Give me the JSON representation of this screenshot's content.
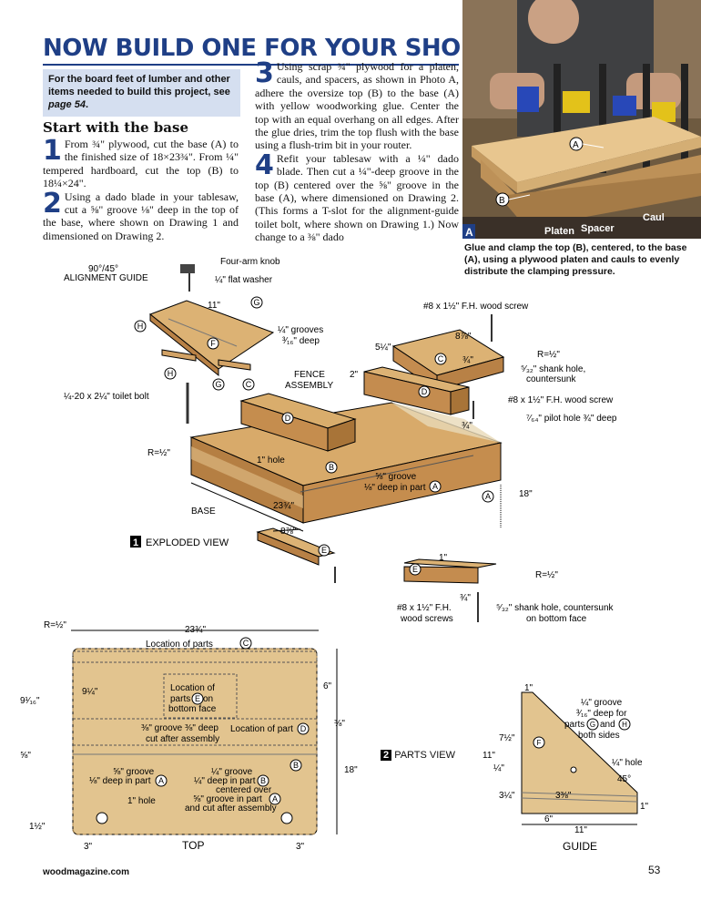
{
  "headline": "NOW BUILD ONE FOR YOUR SHOP",
  "sidebar": {
    "text": "For the board feet of lumber and other items needed to build this project, see ",
    "link": "page 54",
    "end": "."
  },
  "subhead": "Start with the base",
  "steps": [
    {
      "num": "1",
      "text": "From ¾\" plywood, cut the base (A) to the finished size of 18×23¾\". From ¼\" tempered hardboard, cut the top (B) to 18¼×24\"."
    },
    {
      "num": "2",
      "text": "Using a dado blade in your tablesaw, cut a ⅝\" groove ⅛\" deep in the top of the base, where shown on Drawing 1 and dimensioned on Drawing 2."
    },
    {
      "num": "3",
      "text": "Using scrap ¾\" plywood for a platen, cauls, and spacers, as shown in Photo A, adhere the oversize top (B) to the base (A) with yellow woodworking glue. Center the top with an equal overhang on all edges. After the glue dries, trim the top flush with the base using a flush-trim bit in your router."
    },
    {
      "num": "4",
      "text": "Refit your tablesaw with a ¼\" dado blade. Then cut a ¼\"-deep groove in the top (B) centered over the ⅝\" groove in the base (A), where dimensioned on Drawing 2. (This forms a T-slot for the alignment-guide toilet bolt, where shown on Drawing 1.) Now change to a ⅜\" dado"
    }
  ],
  "photo": {
    "letter": "A",
    "labels": {
      "a": "A",
      "b": "B",
      "platen": "Platen",
      "spacer": "Spacer",
      "caul": "Caul"
    }
  },
  "caption": "Glue and clamp the top (B), centered, to the base (A), using a plywood platen and cauls to evenly distribute the clamping pressure.",
  "exploded": {
    "num": "1",
    "title": "EXPLODED VIEW",
    "labels": {
      "knob": "Four-arm knob",
      "washer": "¼\" flat washer",
      "guide1": "90°/45°",
      "guide2": "ALIGNMENT GUIDE",
      "d11": "11\"",
      "grooves1": "¼\" grooves",
      "grooves2": "³⁄₁₆\" deep",
      "bolt": "¼-20 x 2¼\" toilet bolt",
      "fence1": "FENCE",
      "fence2": "ASSEMBLY",
      "screw1": "#8 x 1½\" F.H. wood screw",
      "d878": "8⅞\"",
      "d514": "5¼\"",
      "r1": "R=½\"",
      "shank1": "⁵⁄₃₂\" shank hole,",
      "shank2": "countersunk",
      "d2": "2\"",
      "d34a": "¾\"",
      "screw2": "#8 x 1½\" F.H. wood screw",
      "d34b": "¾\"",
      "pilot": "⁷⁄₆₄\" pilot hole ¾\" deep",
      "r2": "R=½\"",
      "hole": "1\" hole",
      "groove1": "⅝\" groove",
      "groove2": "⅛\" deep in part",
      "base": "BASE",
      "d2334": "23¾\"",
      "d18": "18\"",
      "d878b": "8⅞\"",
      "d1": "1\"",
      "r3": "R=½\"",
      "d34c": "¾\"",
      "screw3a": "#8 x 1½\" F.H.",
      "screw3b": "wood screws",
      "shank3a": "⁵⁄₃₂\" shank hole, countersunk",
      "shank3b": "on bottom face"
    },
    "parts": {
      "A": "A",
      "B": "B",
      "C": "C",
      "D": "D",
      "E": "E",
      "F": "F",
      "G": "G",
      "H": "H"
    }
  },
  "top_drawing": {
    "r": "R=½\"",
    "w": "23¾\"",
    "loc_c": "Location of parts",
    "d914a": "9¼\"",
    "loc_e1": "Location of",
    "loc_e2": "parts",
    "loc_e3": "on",
    "loc_e4": "bottom face",
    "d916": "9¹⁄₁₆\"",
    "d6": "6\"",
    "groove381": "⅜\" groove ⅜\" deep",
    "groove382": "cut after assembly",
    "loc_d": "Location of part",
    "d38": "⅜\"",
    "d58": "⅝\"",
    "g581": "⅝\" groove",
    "g582": "⅛\" deep in part",
    "g141": "¼\" groove",
    "g142": "¼\" deep in part",
    "g143": "centered over",
    "g144": "⅝\" groove in part",
    "g145": "and cut after assembly",
    "d18": "18\"",
    "hole": "1\" hole",
    "d112": "1½\"",
    "d3a": "3\"",
    "label": "TOP",
    "d3b": "3\""
  },
  "parts_view": {
    "num": "2",
    "title": "PARTS VIEW"
  },
  "guide_drawing": {
    "d1": "1\"",
    "g1": "¼\" groove",
    "g2": "³⁄₁₆\" deep for",
    "g3": "parts",
    "g4": "and",
    "g5": "both sides",
    "d712": "7½\"",
    "d11v": "11\"",
    "d14": "¼\"",
    "hole": "¼\" hole",
    "deg": "45°",
    "d314": "3¼\"",
    "d338": "3⅜\"",
    "d1b": "1\"",
    "d6": "6\"",
    "d11": "11\"",
    "label": "GUIDE"
  },
  "footer": {
    "site": "woodmagazine.com",
    "page": "53"
  }
}
